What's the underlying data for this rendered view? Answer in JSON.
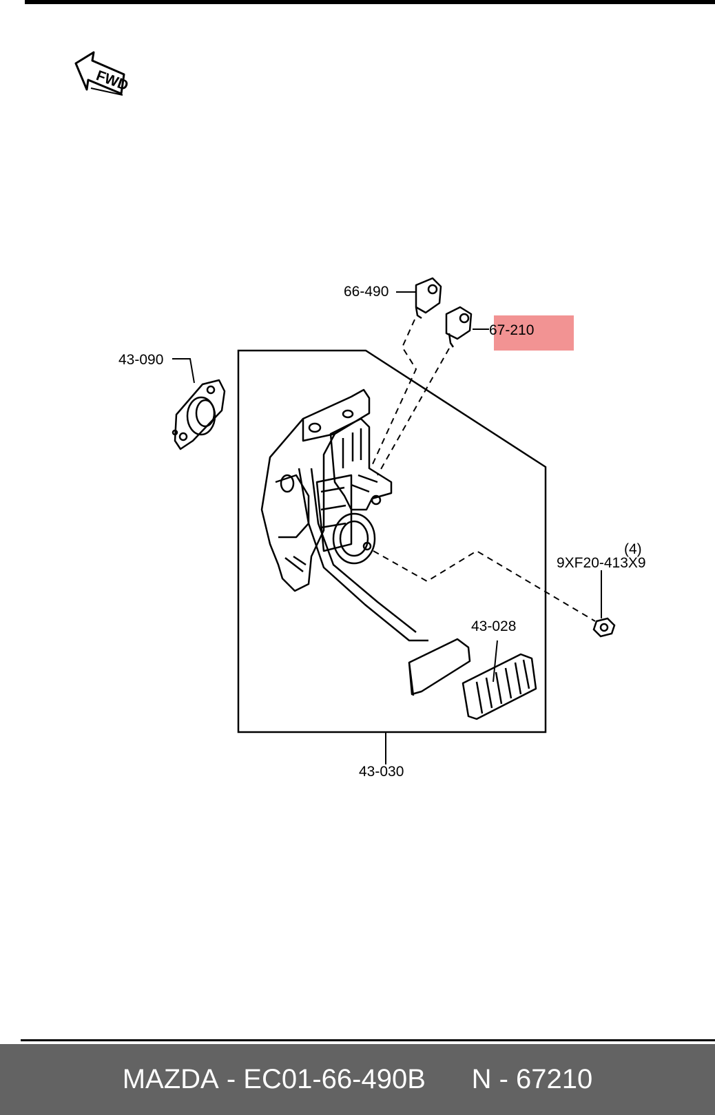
{
  "orientation": {
    "arrow_text": "FWD"
  },
  "parts": {
    "brake_switch": "66-490",
    "clutch_switch": "67-210",
    "gasket": "43-090",
    "bolt_code": "9XF20-413X9",
    "bolt_qty": "(4)",
    "pedal_pad": "43-028",
    "pedal_assembly": "43-030"
  },
  "highlight": {
    "part": "67-210",
    "color": "#f08080"
  },
  "footer": {
    "brand": "MAZDA",
    "part_number": "EC01-66-490B",
    "ref_prefix": "N",
    "ref_number": "67210",
    "separator": " - ",
    "gap": "      "
  },
  "colors": {
    "footer_bg": "#636363",
    "footer_text": "#ffffff",
    "line": "#000000"
  }
}
